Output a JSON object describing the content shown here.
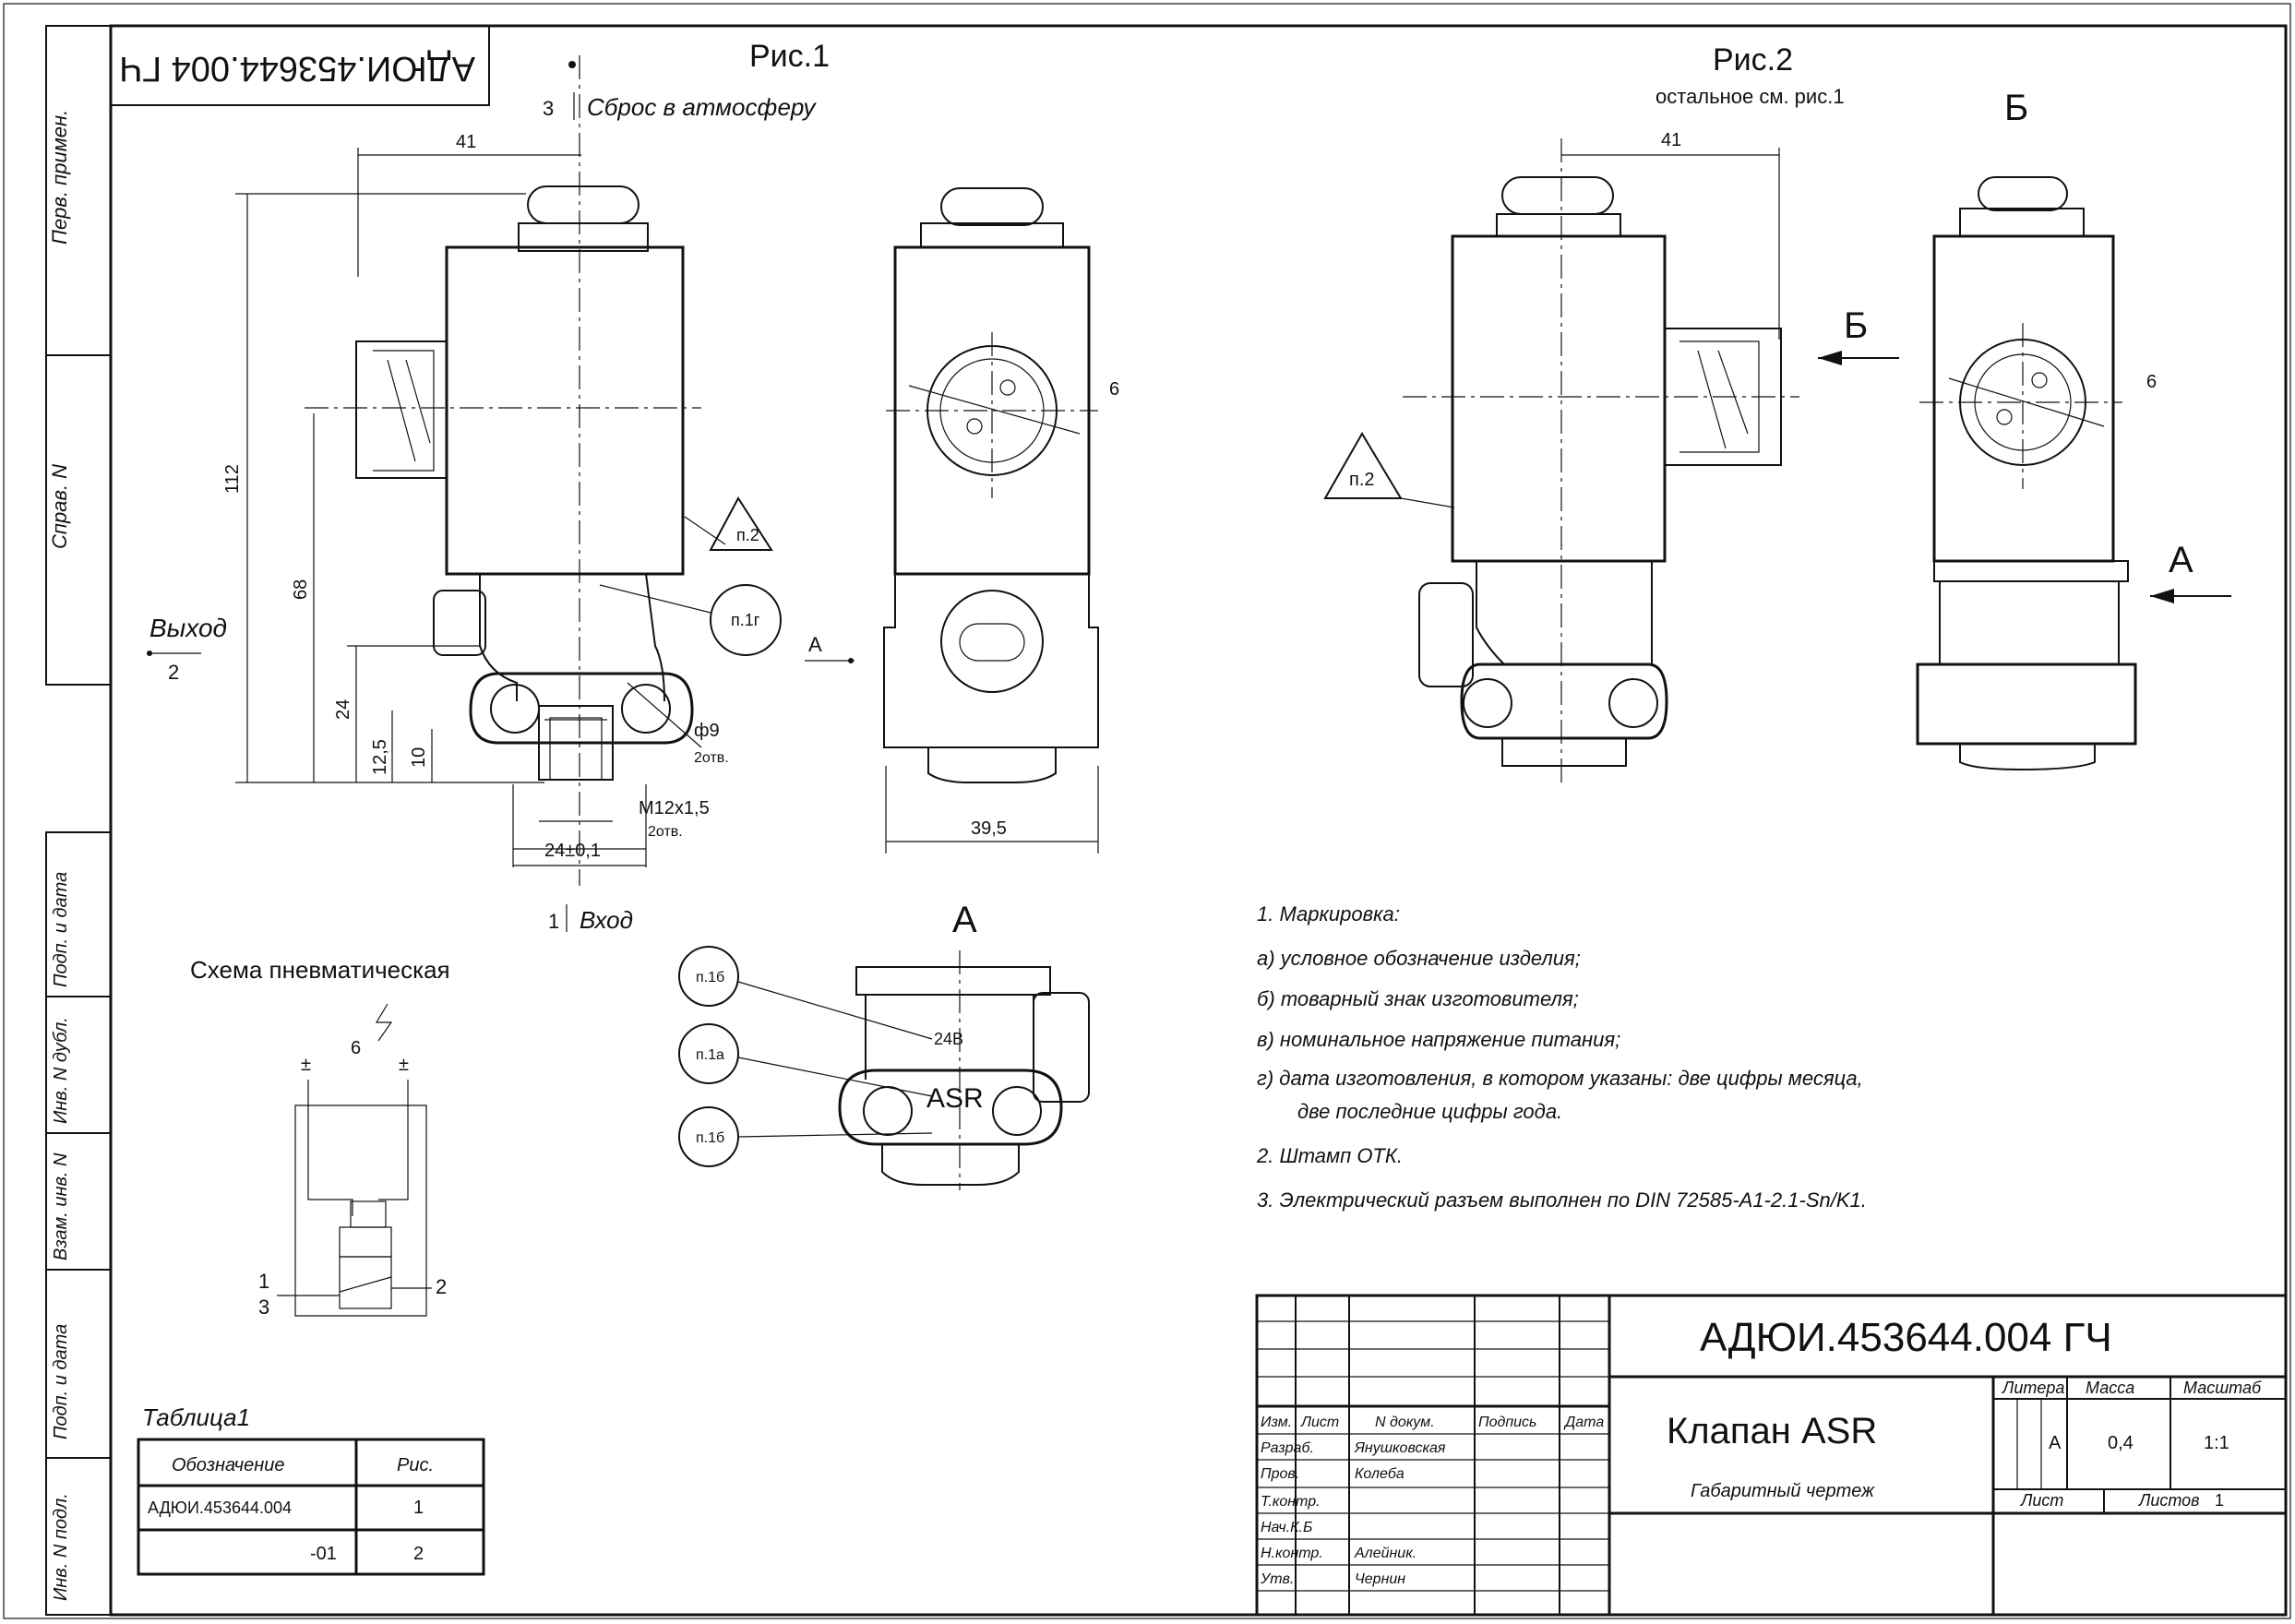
{
  "stamp_code_rotated": "АДЮИ.453644.004 ГЧ",
  "side_labels": [
    "Перв. примен.",
    "Справ. N",
    "Подп. и дата",
    "Инв. N дубл.",
    "Взам. инв. N",
    "Подп. и дата",
    "Инв. N подл."
  ],
  "fig1": {
    "title": "Рис.1",
    "port3_num": "3",
    "port3_label": "Сброс в атмосферу",
    "port1_num": "1",
    "port1_label": "Вход",
    "port2_num": "2",
    "port2_label": "Выход",
    "dim_41": "41",
    "dim_112": "112",
    "dim_68": "68",
    "dim_24": "24",
    "dim_12_5": "12,5",
    "dim_10": "10",
    "dim_phi9": "ф9",
    "dim_phi9_holes": "2отв.",
    "dim_m12": "M12x1,5",
    "dim_m12_holes": "2отв.",
    "dim_24_tol": "24±0,1",
    "dim_39_5": "39,5",
    "view_a_arrow": "А",
    "ref_6": "6",
    "ref_p2": "п.2",
    "ref_p1v": "п.1г"
  },
  "fig2": {
    "title": "Рис.2",
    "subtitle": "остальное см. рис.1",
    "dim_41": "41",
    "view_b_title": "Б",
    "view_b_arrow": "Б",
    "view_a_arrow": "А",
    "ref_6": "6",
    "ref_p2": "п.2"
  },
  "view_a": {
    "title": "А",
    "mark_24v": "24В",
    "mark_asr": "ASR",
    "refs": [
      "п.1б",
      "п.1а",
      "п.1б"
    ]
  },
  "schema": {
    "title": "Схема пневматическая",
    "ref_6": "6",
    "plus_left": "±",
    "plus_right": "±",
    "port1": "1",
    "port3": "3",
    "port2": "2"
  },
  "notes": [
    "1. Маркировка:",
    "а) условное обозначение изделия;",
    "б) товарный знак изготовителя;",
    "в) номинальное напряжение питания;",
    "г) дата изготовления, в котором указаны: две цифры месяца,",
    "две последние цифры года.",
    "2. Штамп ОТК.",
    "3. Электрический разъем выполнен по DIN 72585-A1-2.1-Sn/K1."
  ],
  "table1": {
    "caption": "Таблица1",
    "headers": [
      "Обозначение",
      "Рис."
    ],
    "rows": [
      [
        "АДЮИ.453644.004",
        "1"
      ],
      [
        "-01",
        "2"
      ]
    ]
  },
  "title_block": {
    "designation": "АДЮИ.453644.004 ГЧ",
    "name": "Клапан ASR",
    "doc_type": "Габаритный чертеж",
    "col_headers": [
      "Изм.",
      "Лист",
      "N докум.",
      "Подпись",
      "Дата"
    ],
    "roles": [
      {
        "role": "Разраб.",
        "name": "Янушковская"
      },
      {
        "role": "Пров.",
        "name": "Колеба"
      },
      {
        "role": "Т.контр.",
        "name": ""
      },
      {
        "role": "Нач.К.Б",
        "name": ""
      },
      {
        "role": "Н.контр.",
        "name": "Алейник."
      },
      {
        "role": "Утв.",
        "name": "Чернин"
      }
    ],
    "litera_label": "Литера",
    "mass_label": "Масса",
    "scale_label": "Масштаб",
    "litera": "А",
    "mass": "0,4",
    "scale": "1:1",
    "sheet_label": "Лист",
    "sheets_label": "Листов",
    "sheets": "1"
  }
}
